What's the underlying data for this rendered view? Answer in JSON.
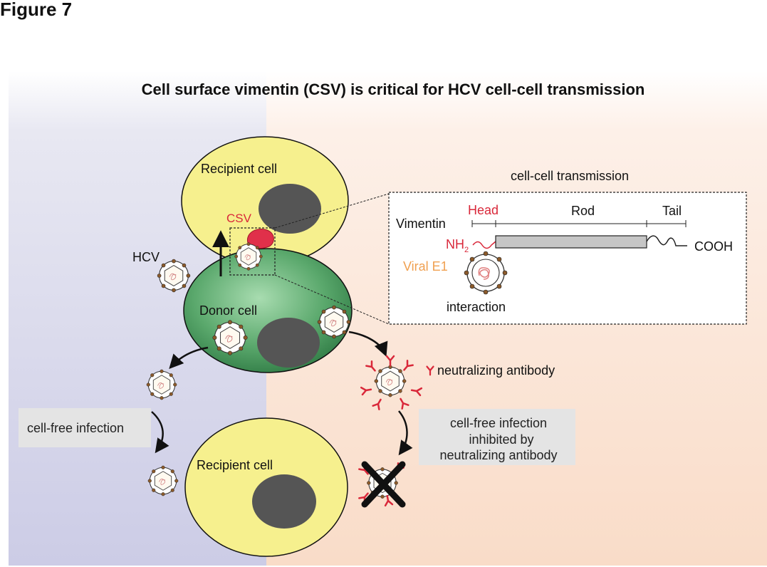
{
  "figure_label": "Figure 7",
  "title": "Cell surface vimentin (CSV) is critical for HCV cell-cell transmission",
  "top_cell_label": "Recipient cell",
  "bottom_cell_label": "Recipient cell",
  "donor_cell_label": "Donor cell",
  "csv_label": "CSV",
  "hcv_label": "HCV",
  "inset": {
    "title": "cell-cell transmission",
    "protein_name": "Vimentin",
    "head_label": "Head",
    "rod_label": "Rod",
    "tail_label": "Tail",
    "n_terminus": "NH",
    "n_terminus_sub": "2",
    "c_terminus": "COOH",
    "viral_label": "Viral E1",
    "interaction_label": "interaction"
  },
  "cell_free_label": "cell-free infection",
  "antibody_label": "neutralizing antibody",
  "inhibited_lines": [
    "cell-free infection",
    "inhibited by",
    "neutralizing antibody"
  ],
  "colors": {
    "left_bg": "#d6d6ea",
    "right_bg": "#fbe3d3",
    "yellow_cell": "#f6f08e",
    "green_cell": "#4f9c62",
    "nucleus": "#555555",
    "csv": "#e0304a",
    "red_text": "#d9283a",
    "orange_text": "#f0a050",
    "bead": "#8b5a2b",
    "label_box": "#e4e4e4"
  }
}
